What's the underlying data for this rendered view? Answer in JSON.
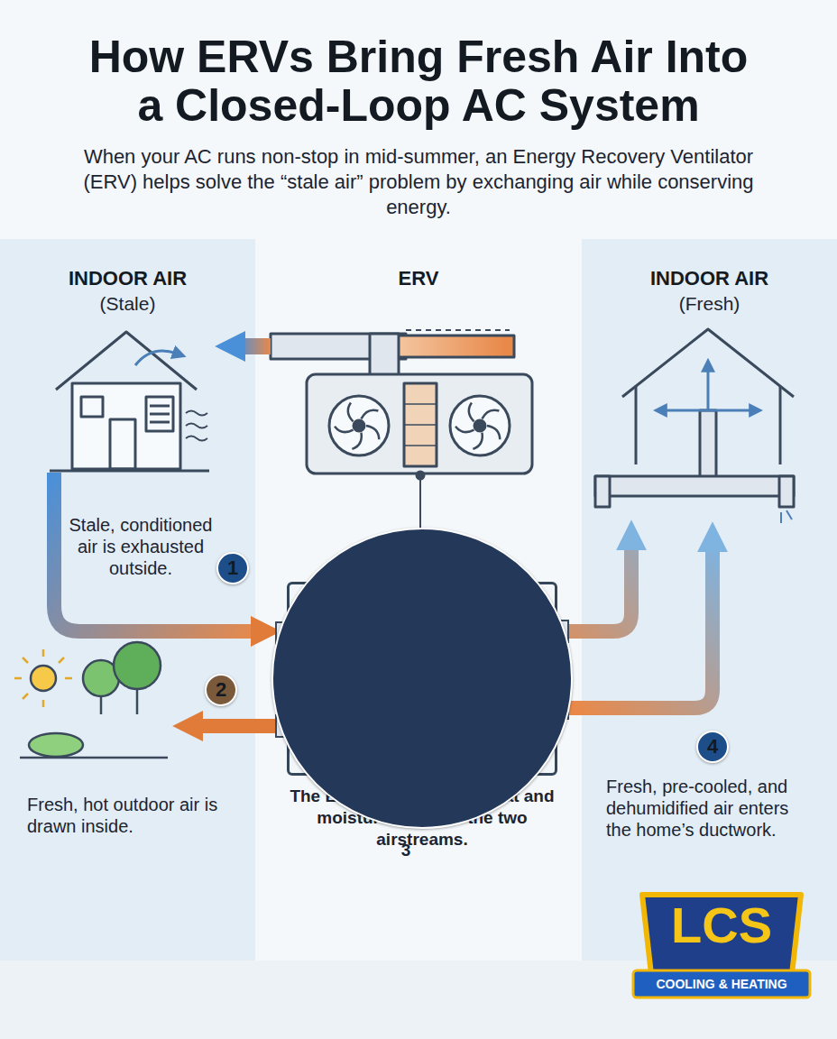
{
  "diagram": {
    "title": "How ERVs Bring Fresh Air Into a Closed-Loop AC System",
    "caption": "When your AC runs non-stop in mid-summer, an Energy Recovery Ventilator (ERV) helps solve the “stale air” problem by exchanging air while conserving energy.",
    "nodes": [
      {
        "text": [
          "INDOOR AIR",
          "(Stale)"
        ]
      },
      {
        "text": [
          "ERV"
        ]
      },
      {
        "text": [
          "INDOOR AIR",
          "(Fresh)"
        ]
      },
      {
        "text": [
          "1"
        ],
        "in": 0
      },
      {
        "text": [
          "2"
        ],
        "in": 0
      },
      {
        "text": [
          "The ERV core transfers heat and moisture between the two airstreams."
        ],
        "in": 1
      },
      {
        "text": [
          "3"
        ],
        "in": 5
      },
      {
        "text": [
          "4"
        ],
        "in": 2
      }
    ],
    "labels": [
      "Stale, conditioned air is exhausted outside.",
      "Fresh, hot outdoor air is drawn inside.",
      "Fresh, pre-cooled, and dehumidified air enters the home’s ductwork.",
      "LCS",
      "COOLING & HEATING"
    ]
  }
}
